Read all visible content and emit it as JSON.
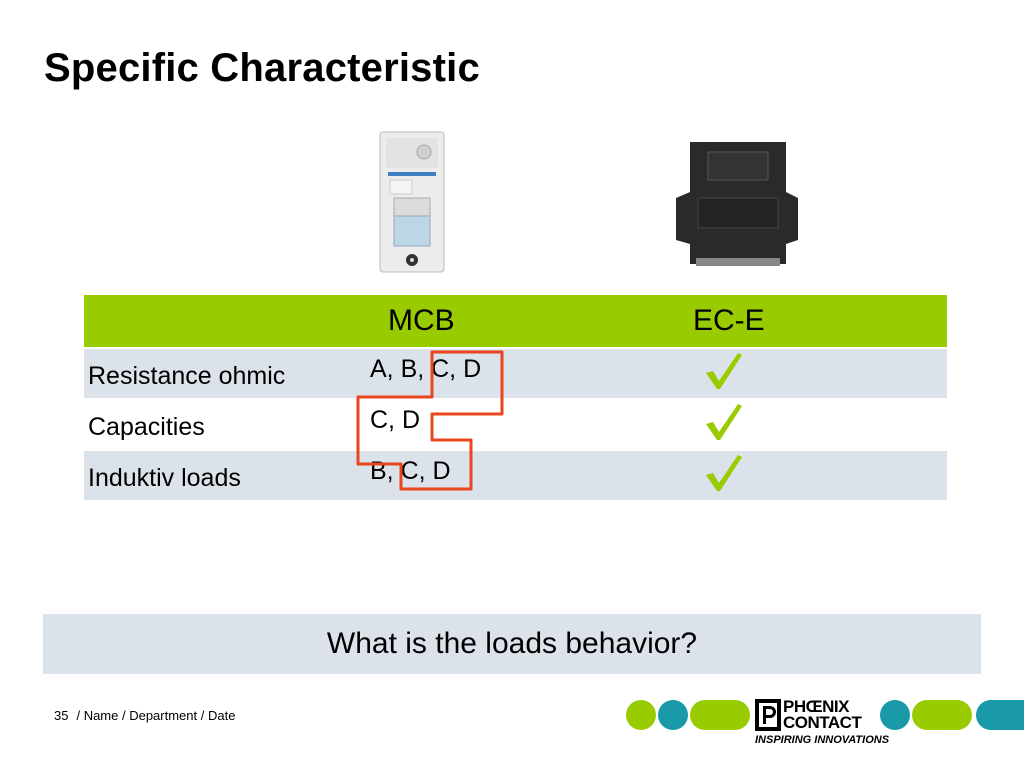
{
  "slide": {
    "title": "Specific Characteristic"
  },
  "images": {
    "mcb": "circuit-breaker-photo",
    "ece": "electronic-circuit-breaker-photo"
  },
  "table": {
    "columns": [
      "",
      "MCB",
      "EC-E"
    ],
    "rows": [
      {
        "label": "Resistance ohmic",
        "mcb": "A, B, C, D",
        "ece_check": true
      },
      {
        "label": "Capacities",
        "mcb": "C, D",
        "ece_check": true
      },
      {
        "label": "Induktiv loads",
        "mcb": "B, C, D",
        "ece_check": true
      }
    ],
    "header_color": "#99cc00",
    "row_shade_color": "#dbe2ea",
    "check_color": "#99cc00",
    "highlight_color": "#e8461e"
  },
  "question": "What is the loads behavior?",
  "footer": {
    "page_number": "35",
    "meta": "/ Name / Department / Date"
  },
  "logo": {
    "line1": "PHŒNIX",
    "line2": "CONTACT",
    "tagline": "INSPIRING INNOVATIONS",
    "green": "#99cc00",
    "teal": "#1a9aa8"
  }
}
